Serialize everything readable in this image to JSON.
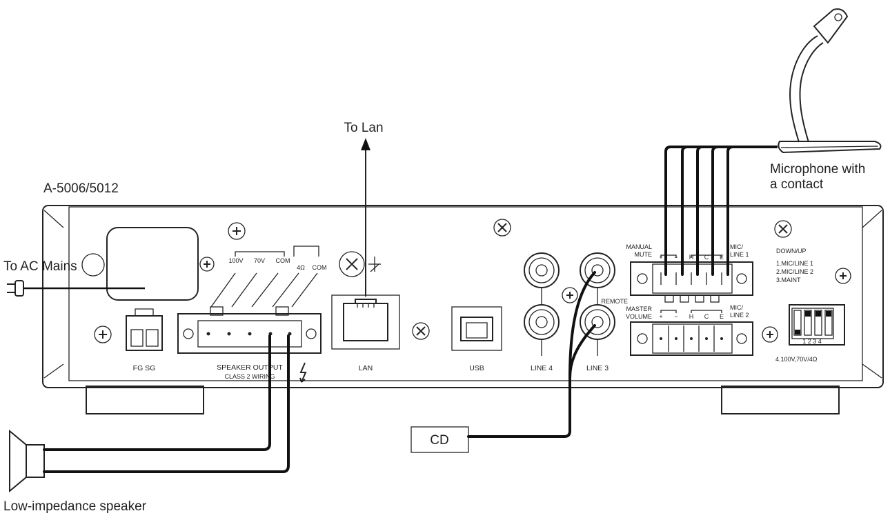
{
  "labels": {
    "to_lan": "To Lan",
    "model": "A-5006/5012",
    "to_ac_mains": "To AC Mains",
    "microphone_line1": "Microphone with",
    "microphone_line2": "a contact",
    "cd": "CD",
    "speaker": "Low-impedance speaker"
  },
  "panel": {
    "fg_sg": "FG SG",
    "speaker_output": "SPEAKER OUTPUT",
    "class2": "CLASS 2 WIRING",
    "lan": "LAN",
    "usb": "USB",
    "line4": "LINE 4",
    "line3": "LINE 3",
    "tap_100v": "100V",
    "tap_70v": "70V",
    "tap_com1": "COM",
    "tap_4ohm": "4Ω",
    "tap_com2": "COM",
    "manual": "MANUAL",
    "mute": "MUTE",
    "remote": "REMOTE",
    "master": "MASTER",
    "volume": "VOLUME",
    "mic_line1_a": "MIC/",
    "mic_line1_b": "LINE 1",
    "mic_line2_a": "MIC/",
    "mic_line2_b": "LINE 2",
    "plus1": "+",
    "minus1": "−",
    "h1": "H",
    "c1": "C",
    "e1": "E",
    "plus2": "+",
    "minus2": "−",
    "h2": "H",
    "c2": "C",
    "e2": "E",
    "down_up": "DOWN/UP",
    "dip_opt1": "1.MIC/LINE 1",
    "dip_opt2": "2.MIC/LINE 2",
    "dip_opt3": "3.MAINT",
    "dip_numbers": "1 2 3 4",
    "dip_opt4": "4.100V,70V/4Ω"
  }
}
